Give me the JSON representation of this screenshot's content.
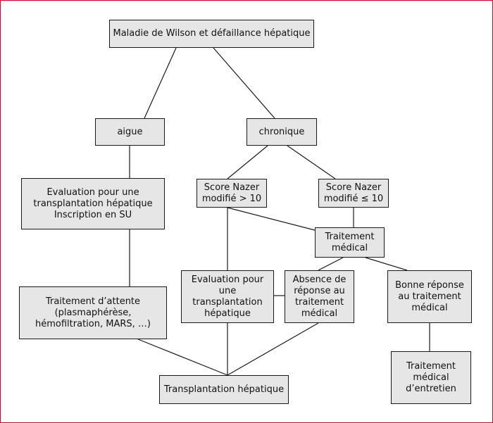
{
  "diagram": {
    "nodes": {
      "root": "Maladie de Wilson et défaillance hépatique",
      "aigue": "aigue",
      "chronique": "chronique",
      "eval_acute": "Evaluation pour une\ntransplantation hépatique\nInscription en SU",
      "nazer_gt": "Score Nazer\nmodifié > 10",
      "nazer_le": "Score Nazer\nmodifié ≤ 10",
      "traitement_medical": "Traitement\nmédical",
      "traitement_attente": "Traitement d’attente\n(plasmaphérèse,\nhémofiltration, MARS, …)",
      "eval_chronic": "Evaluation pour une\ntransplantation\nhépatique",
      "absence_reponse": "Absence de\nréponse au\ntraitement\nmédical",
      "bonne_reponse": "Bonne réponse\nau traitement\nmédical",
      "traitement_entretien": "Traitement\nmédical\nd’entretien",
      "transplantation": "Transplantation hépatique"
    },
    "colors": {
      "box_fill": "#e6e6e6",
      "box_border": "#1a1a1a",
      "frame_border": "#c8102e"
    }
  }
}
